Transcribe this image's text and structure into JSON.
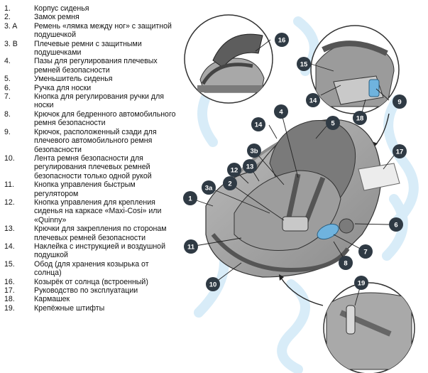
{
  "parts": [
    {
      "num": "1.",
      "text": "Корпус сиденья"
    },
    {
      "num": "2.",
      "text": "Замок ремня"
    },
    {
      "num": "3. A",
      "text": "Ремень «лямка между ног» с защитной подушечкой"
    },
    {
      "num": "3. B",
      "text": "Плечевые ремни с защитными подушечками"
    },
    {
      "num": "4.",
      "text": "Пазы для регулирования плечевых ремней безопасности"
    },
    {
      "num": "5.",
      "text": "Уменьшитель сиденья"
    },
    {
      "num": "6.",
      "text": "Ручка для носки"
    },
    {
      "num": "7.",
      "text": "Кнопка для регулирования ручки для носки"
    },
    {
      "num": "8.",
      "text": "Крючок для бедренного автомобильного ремня безопасности"
    },
    {
      "num": "9.",
      "text": "Крючок, расположенный сзади для плечевого автомобильного ремня безопасности"
    },
    {
      "num": "10.",
      "text": "Лента ремня безопасности для регулирования плечевых ремней безопасности только одной рукой"
    },
    {
      "num": "11.",
      "text": "Кнопка управления быстрым регулятором"
    },
    {
      "num": "12.",
      "text": "Кнопка управления для крепления сиденья на каркасе «Maxi-Cosi» или «Quinny»"
    },
    {
      "num": "13.",
      "text": "Крючки для закрепления по сторонам плечевых ремней безопасности"
    },
    {
      "num": "14.",
      "text": "Наклейка с инструкцией и воздушной подушкой"
    },
    {
      "num": "15.",
      "text": "Обод (для хранения козырька от солнца)"
    },
    {
      "num": "16.",
      "text": "Козырёк от солнца (встроенный)"
    },
    {
      "num": "17.",
      "text": "Руководство по эксплуатации"
    },
    {
      "num": "18.",
      "text": "Кармашек"
    },
    {
      "num": "19.",
      "text": "Крепёжные штифты"
    }
  ],
  "callouts": {
    "c1": "1",
    "c2": "2",
    "c3a": "3a",
    "c3b": "3b",
    "c4": "4",
    "c5": "5",
    "c6": "6",
    "c7": "7",
    "c8": "8",
    "c9": "9",
    "c10": "10",
    "c11": "11",
    "c12": "12",
    "c13": "13",
    "c14": "14",
    "c14b": "14",
    "c15": "15",
    "c16": "16",
    "c17": "17",
    "c18": "18",
    "c19": "19"
  },
  "colors": {
    "callout_fill": "#2f3a44",
    "accent_blue": "#6fb3de",
    "watermark": "#d8ecf8",
    "seat_dark": "#6a6a6a",
    "seat_mid": "#9a9a9a",
    "seat_light": "#c2c2c2"
  }
}
